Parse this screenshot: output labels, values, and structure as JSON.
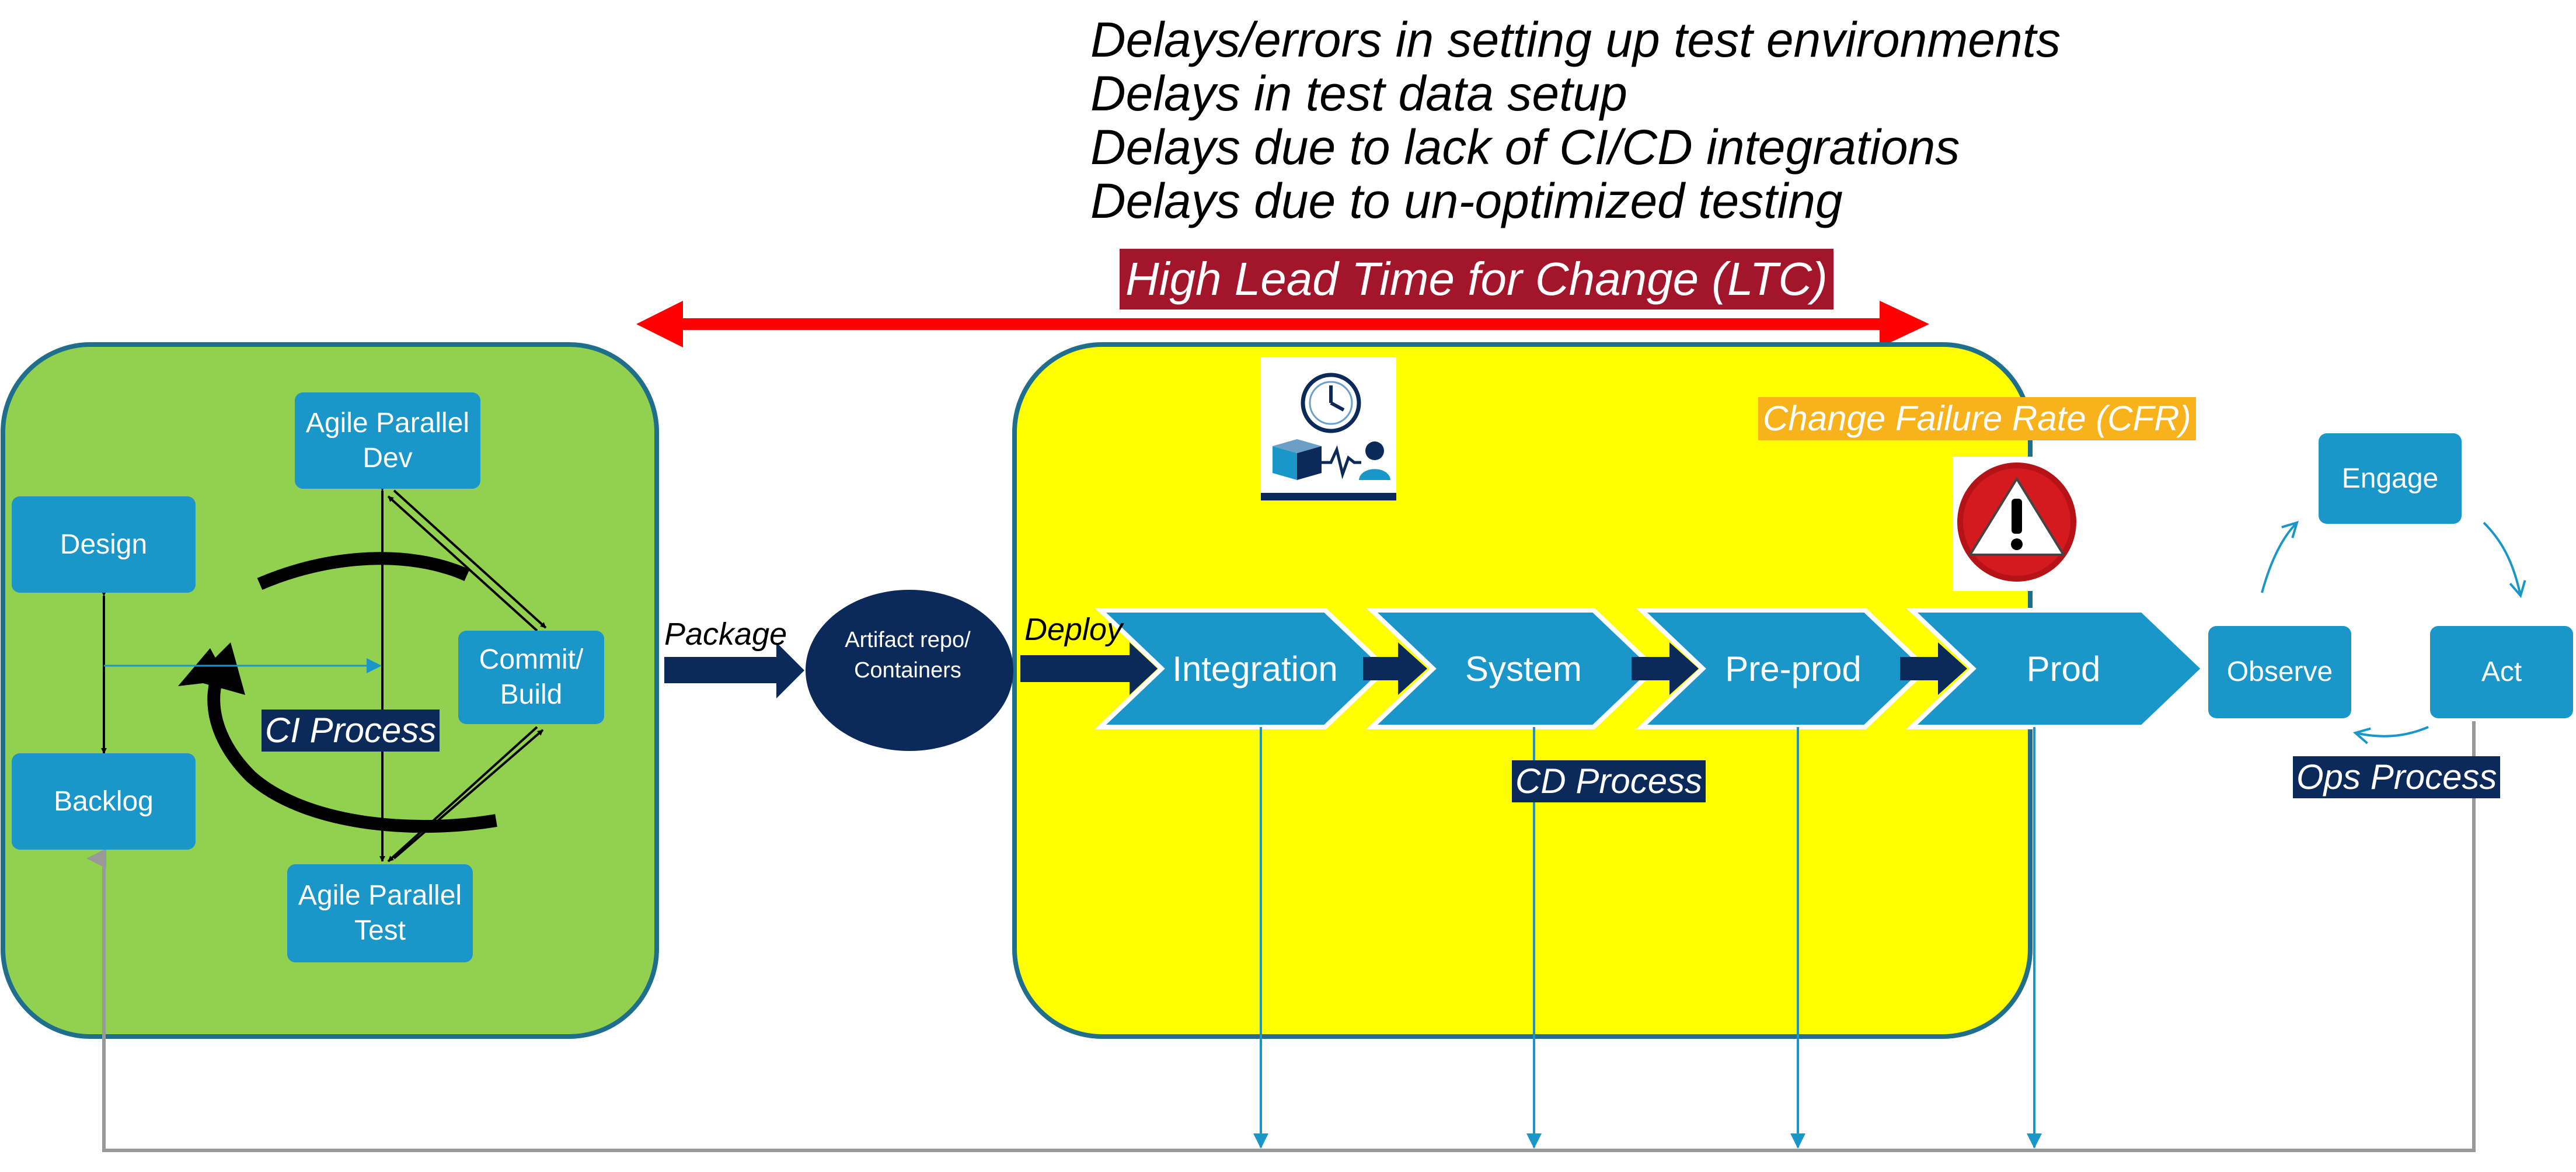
{
  "delays": [
    "Delays/errors in setting up test environments",
    "Delays in test data setup",
    "Delays due to lack of CI/CD integrations",
    "Delays due to un-optimized testing"
  ],
  "ltc_label": "High Lead Time for Change (LTC)",
  "cfr_label": "Change Failure Rate (CFR)",
  "ci": {
    "design": "Design",
    "backlog": "Backlog",
    "dev": "Agile Parallel Dev",
    "test": "Agile Parallel Test",
    "commit": "Commit/ Build",
    "process": "CI Process"
  },
  "package_label": "Package",
  "artifact_label": "Artifact repo/ Containers",
  "deploy_label": "Deploy",
  "stages": [
    "Integration",
    "System",
    "Pre-prod",
    "Prod"
  ],
  "cd_process": "CD Process",
  "ops": {
    "observe": "Observe",
    "engage": "Engage",
    "act": "Act",
    "process": "Ops Process"
  },
  "colors": {
    "ci_area": "#92d050",
    "cd_area": "#ffff00",
    "area_border": "#1f6e8c",
    "box": "#1a96c9",
    "navy": "#0c2a59",
    "ltc_bg": "#a3152b",
    "ltc_arrow": "#ff0000",
    "cfr_bg": "#f8b21c",
    "feedback": "#999999"
  },
  "icons": {
    "clock_card": "clock-delivery-icon",
    "warning": "warning-icon"
  }
}
